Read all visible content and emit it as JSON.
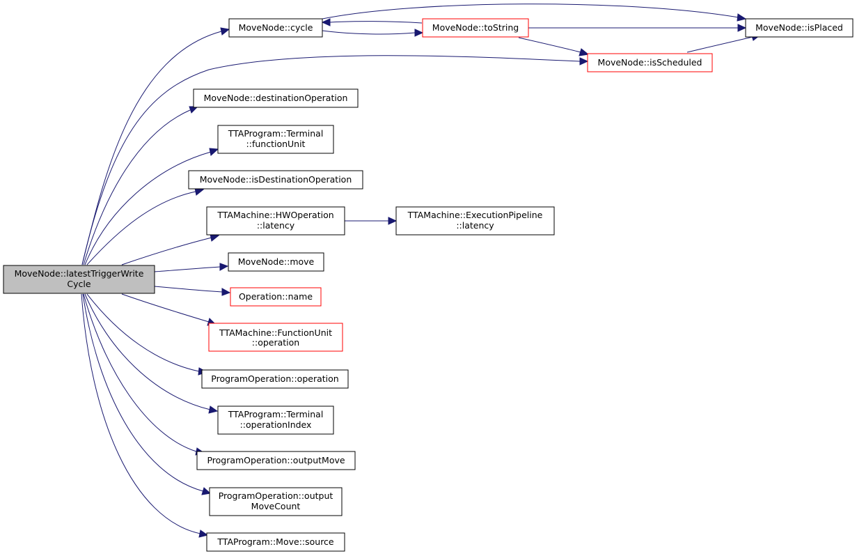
{
  "diagram": {
    "border_colors": {
      "default": "#000000",
      "truncated": "#ff0000",
      "edge": "#191970",
      "root_fill": "#bfbfbf"
    },
    "nodes": {
      "root": {
        "lines": [
          "MoveNode::latestTriggerWrite",
          "Cycle"
        ]
      },
      "cycle": {
        "lines": [
          "MoveNode::cycle"
        ]
      },
      "tostring": {
        "lines": [
          "MoveNode::toString"
        ]
      },
      "isplaced": {
        "lines": [
          "MoveNode::isPlaced"
        ]
      },
      "isscheduled": {
        "lines": [
          "MoveNode::isScheduled"
        ]
      },
      "destop": {
        "lines": [
          "MoveNode::destinationOperation"
        ]
      },
      "fu": {
        "lines": [
          "TTAProgram::Terminal",
          "::functionUnit"
        ]
      },
      "isdestop": {
        "lines": [
          "MoveNode::isDestinationOperation"
        ]
      },
      "hwlat": {
        "lines": [
          "TTAMachine::HWOperation",
          "::latency"
        ]
      },
      "pipelat": {
        "lines": [
          "TTAMachine::ExecutionPipeline",
          "::latency"
        ]
      },
      "move": {
        "lines": [
          "MoveNode::move"
        ]
      },
      "opname": {
        "lines": [
          "Operation::name"
        ]
      },
      "fuop": {
        "lines": [
          "TTAMachine::FunctionUnit",
          "::operation"
        ]
      },
      "progop": {
        "lines": [
          "ProgramOperation::operation"
        ]
      },
      "opindex": {
        "lines": [
          "TTAProgram::Terminal",
          "::operationIndex"
        ]
      },
      "outmove": {
        "lines": [
          "ProgramOperation::outputMove"
        ]
      },
      "outcount": {
        "lines": [
          "ProgramOperation::output",
          "MoveCount"
        ]
      },
      "source": {
        "lines": [
          "TTAProgram::Move::source"
        ]
      }
    }
  }
}
